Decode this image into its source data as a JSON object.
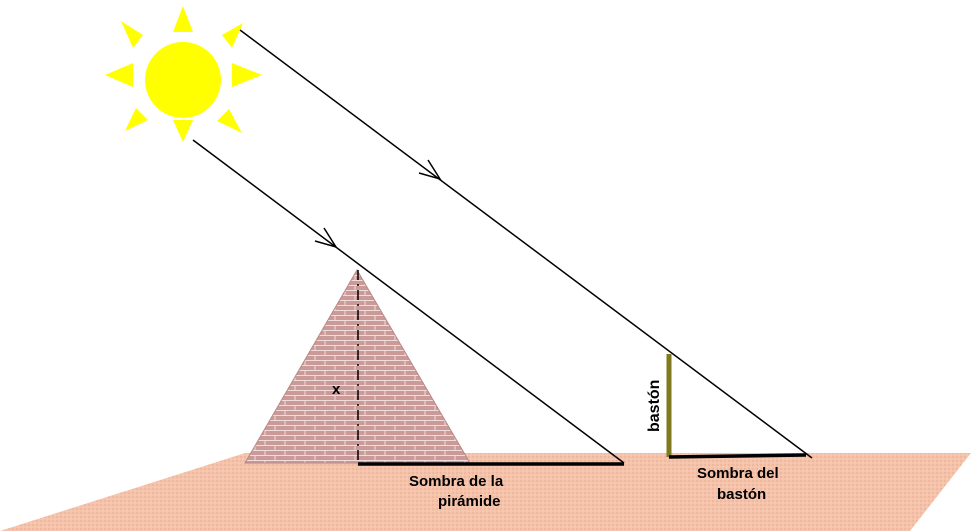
{
  "labels": {
    "x": "x",
    "baston": "bastón",
    "pyramid_shadow_line1": "Sombra de la",
    "pyramid_shadow_line2": "pirámide",
    "stick_shadow_line1": "Sombra del",
    "stick_shadow_line2": "bastón"
  },
  "colors": {
    "sun": "#ffff00",
    "ground": "#f5c2aa",
    "pyramid": "#c99a98",
    "brick_line": "#f4e4e2",
    "stick": "#7f7a1e",
    "rays": "#000000"
  },
  "icons": {
    "sun": "sun-icon"
  }
}
